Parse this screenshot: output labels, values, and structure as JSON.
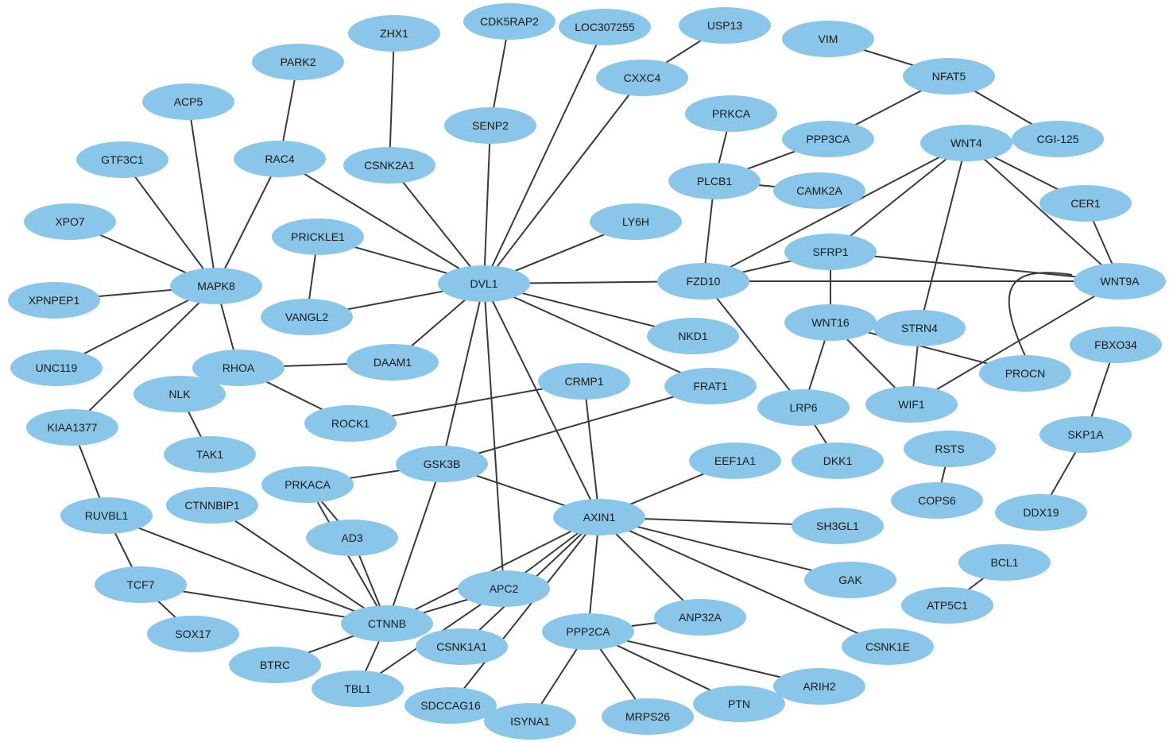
{
  "network": {
    "node_color": "#89c6e9",
    "edge_color": "#3a3a3a",
    "nodes": [
      {
        "id": "ZHX1",
        "label": "ZHX1"
      },
      {
        "id": "CDK5RAP2",
        "label": "CDK5RAP2"
      },
      {
        "id": "LOC307255",
        "label": "LOC307255"
      },
      {
        "id": "USP13",
        "label": "USP13"
      },
      {
        "id": "VIM",
        "label": "VIM"
      },
      {
        "id": "PARK2",
        "label": "PARK2"
      },
      {
        "id": "CXXC4",
        "label": "CXXC4"
      },
      {
        "id": "NFAT5",
        "label": "NFAT5"
      },
      {
        "id": "ACP5",
        "label": "ACP5"
      },
      {
        "id": "SENP2",
        "label": "SENP2"
      },
      {
        "id": "PRKCA",
        "label": "PRKCA"
      },
      {
        "id": "PPP3CA",
        "label": "PPP3CA"
      },
      {
        "id": "CGI-125",
        "label": "CGI-125"
      },
      {
        "id": "WNT4",
        "label": "WNT4"
      },
      {
        "id": "GTF3C1",
        "label": "GTF3C1"
      },
      {
        "id": "RAC4",
        "label": "RAC4"
      },
      {
        "id": "CSNK2A1",
        "label": "CSNK2A1"
      },
      {
        "id": "PLCB1",
        "label": "PLCB1"
      },
      {
        "id": "CAMK2A",
        "label": "CAMK2A"
      },
      {
        "id": "CER1",
        "label": "CER1"
      },
      {
        "id": "XPO7",
        "label": "XPO7"
      },
      {
        "id": "LY6H",
        "label": "LY6H"
      },
      {
        "id": "PRICKLE1",
        "label": "PRICKLE1"
      },
      {
        "id": "SFRP1",
        "label": "SFRP1"
      },
      {
        "id": "MAPK8",
        "label": "MAPK8"
      },
      {
        "id": "DVL1",
        "label": "DVL1"
      },
      {
        "id": "FZD10",
        "label": "FZD10"
      },
      {
        "id": "WNT9A",
        "label": "WNT9A"
      },
      {
        "id": "XPNPEP1",
        "label": "XPNPEP1"
      },
      {
        "id": "VANGL2",
        "label": "VANGL2"
      },
      {
        "id": "WNT16",
        "label": "WNT16"
      },
      {
        "id": "STRN4",
        "label": "STRN4"
      },
      {
        "id": "NKD1",
        "label": "NKD1"
      },
      {
        "id": "FBXO34",
        "label": "FBXO34"
      },
      {
        "id": "DAAM1",
        "label": "DAAM1"
      },
      {
        "id": "UNC119",
        "label": "UNC119"
      },
      {
        "id": "RHOA",
        "label": "RHOA"
      },
      {
        "id": "PROCN",
        "label": "PROCN"
      },
      {
        "id": "CRMP1",
        "label": "CRMP1"
      },
      {
        "id": "FRAT1",
        "label": "FRAT1"
      },
      {
        "id": "NLK",
        "label": "NLK"
      },
      {
        "id": "WIF1",
        "label": "WIF1"
      },
      {
        "id": "LRP6",
        "label": "LRP6"
      },
      {
        "id": "ROCK1",
        "label": "ROCK1"
      },
      {
        "id": "KIAA1377",
        "label": "KIAA1377"
      },
      {
        "id": "SKP1A",
        "label": "SKP1A"
      },
      {
        "id": "RSTS",
        "label": "RSTS"
      },
      {
        "id": "TAK1",
        "label": "TAK1"
      },
      {
        "id": "EEF1A1",
        "label": "EEF1A1"
      },
      {
        "id": "GSK3B",
        "label": "GSK3B"
      },
      {
        "id": "DKK1",
        "label": "DKK1"
      },
      {
        "id": "PRKACA",
        "label": "PRKACA"
      },
      {
        "id": "COPS6",
        "label": "COPS6"
      },
      {
        "id": "CTNNBIP1",
        "label": "CTNNBIP1"
      },
      {
        "id": "DDX19",
        "label": "DDX19"
      },
      {
        "id": "RUVBL1",
        "label": "RUVBL1"
      },
      {
        "id": "AXIN1",
        "label": "AXIN1"
      },
      {
        "id": "SH3GL1",
        "label": "SH3GL1"
      },
      {
        "id": "AD3",
        "label": "AD3"
      },
      {
        "id": "BCL1",
        "label": "BCL1"
      },
      {
        "id": "GAK",
        "label": "GAK"
      },
      {
        "id": "TCF7",
        "label": "TCF7"
      },
      {
        "id": "APC2",
        "label": "APC2"
      },
      {
        "id": "ATP5C1",
        "label": "ATP5C1"
      },
      {
        "id": "ANP32A",
        "label": "ANP32A"
      },
      {
        "id": "CTNNB",
        "label": "CTNNB"
      },
      {
        "id": "PPP2CA",
        "label": "PPP2CA"
      },
      {
        "id": "SOX17",
        "label": "SOX17"
      },
      {
        "id": "CSNK1A1",
        "label": "CSNK1A1"
      },
      {
        "id": "CSNK1E",
        "label": "CSNK1E"
      },
      {
        "id": "BTRC",
        "label": "BTRC"
      },
      {
        "id": "ARIH2",
        "label": "ARIH2"
      },
      {
        "id": "TBL1",
        "label": "TBL1"
      },
      {
        "id": "PTN",
        "label": "PTN"
      },
      {
        "id": "SDCCAG16",
        "label": "SDCCAG16"
      },
      {
        "id": "MRPS26",
        "label": "MRPS26"
      },
      {
        "id": "ISYNA1",
        "label": "ISYNA1"
      }
    ],
    "edges": [
      [
        "PARK2",
        "RAC4"
      ],
      [
        "RAC4",
        "MAPK8"
      ],
      [
        "RAC4",
        "DVL1"
      ],
      [
        "ACP5",
        "MAPK8"
      ],
      [
        "GTF3C1",
        "MAPK8"
      ],
      [
        "XPO7",
        "MAPK8"
      ],
      [
        "XPNPEP1",
        "MAPK8"
      ],
      [
        "UNC119",
        "MAPK8"
      ],
      [
        "KIAA1377",
        "MAPK8"
      ],
      [
        "MAPK8",
        "RHOA"
      ],
      [
        "ZHX1",
        "CSNK2A1"
      ],
      [
        "CSNK2A1",
        "DVL1"
      ],
      [
        "CDK5RAP2",
        "SENP2"
      ],
      [
        "SENP2",
        "DVL1"
      ],
      [
        "LOC307255",
        "DVL1"
      ],
      [
        "USP13",
        "CXXC4"
      ],
      [
        "CXXC4",
        "DVL1"
      ],
      [
        "LY6H",
        "DVL1"
      ],
      [
        "PRICKLE1",
        "DVL1"
      ],
      [
        "PRICKLE1",
        "VANGL2"
      ],
      [
        "VANGL2",
        "DVL1"
      ],
      [
        "DAAM1",
        "DVL1"
      ],
      [
        "DVL1",
        "FZD10"
      ],
      [
        "DVL1",
        "NKD1"
      ],
      [
        "DVL1",
        "FRAT1"
      ],
      [
        "DVL1",
        "GSK3B"
      ],
      [
        "DVL1",
        "AXIN1"
      ],
      [
        "DVL1",
        "APC2"
      ],
      [
        "RHOA",
        "DAAM1"
      ],
      [
        "RHOA",
        "ROCK1"
      ],
      [
        "NLK",
        "TAK1"
      ],
      [
        "ROCK1",
        "CRMP1"
      ],
      [
        "CRMP1",
        "AXIN1"
      ],
      [
        "FRAT1",
        "GSK3B"
      ],
      [
        "GSK3B",
        "PRKACA"
      ],
      [
        "GSK3B",
        "AXIN1"
      ],
      [
        "GSK3B",
        "CTNNB"
      ],
      [
        "PRKACA",
        "AD3"
      ],
      [
        "PRKACA",
        "CTNNB"
      ],
      [
        "AD3",
        "CTNNB"
      ],
      [
        "CTNNBIP1",
        "CTNNB"
      ],
      [
        "KIAA1377",
        "RUVBL1"
      ],
      [
        "RUVBL1",
        "TCF7"
      ],
      [
        "RUVBL1",
        "CTNNB"
      ],
      [
        "TCF7",
        "SOX17"
      ],
      [
        "TCF7",
        "CTNNB"
      ],
      [
        "CTNNB",
        "BTRC"
      ],
      [
        "CTNNB",
        "TBL1"
      ],
      [
        "CTNNB",
        "APC2"
      ],
      [
        "CTNNB",
        "AXIN1"
      ],
      [
        "APC2",
        "AXIN1"
      ],
      [
        "APC2",
        "TBL1"
      ],
      [
        "CSNK1A1",
        "AXIN1"
      ],
      [
        "SDCCAG16",
        "AXIN1"
      ],
      [
        "AXIN1",
        "EEF1A1"
      ],
      [
        "AXIN1",
        "SH3GL1"
      ],
      [
        "AXIN1",
        "GAK"
      ],
      [
        "AXIN1",
        "ANP32A"
      ],
      [
        "AXIN1",
        "CSNK1E"
      ],
      [
        "AXIN1",
        "PPP2CA"
      ],
      [
        "PPP2CA",
        "ANP32A"
      ],
      [
        "PPP2CA",
        "ARIH2"
      ],
      [
        "PPP2CA",
        "PTN"
      ],
      [
        "PPP2CA",
        "MRPS26"
      ],
      [
        "PPP2CA",
        "ISYNA1"
      ],
      [
        "VIM",
        "NFAT5"
      ],
      [
        "NFAT5",
        "PPP3CA"
      ],
      [
        "NFAT5",
        "CGI-125"
      ],
      [
        "PPP3CA",
        "PLCB1"
      ],
      [
        "PRKCA",
        "PLCB1"
      ],
      [
        "PLCB1",
        "CAMK2A"
      ],
      [
        "PLCB1",
        "FZD10"
      ],
      [
        "WNT4",
        "FZD10"
      ],
      [
        "WNT4",
        "SFRP1"
      ],
      [
        "WNT4",
        "CER1"
      ],
      [
        "WNT4",
        "WNT9A"
      ],
      [
        "WNT4",
        "STRN4"
      ],
      [
        "CER1",
        "WNT9A"
      ],
      [
        "SFRP1",
        "FZD10"
      ],
      [
        "SFRP1",
        "WNT9A"
      ],
      [
        "SFRP1",
        "WNT16"
      ],
      [
        "FZD10",
        "WNT9A"
      ],
      [
        "FZD10",
        "LRP6"
      ],
      [
        "WNT16",
        "LRP6"
      ],
      [
        "WNT16",
        "WIF1"
      ],
      [
        "WNT16",
        "PROCN"
      ],
      [
        "STRN4",
        "WIF1"
      ],
      [
        "WNT9A",
        "WIF1"
      ],
      [
        "WNT9A",
        "PROCN"
      ],
      [
        "LRP6",
        "DKK1"
      ],
      [
        "FBXO34",
        "SKP1A"
      ],
      [
        "SKP1A",
        "DDX19"
      ],
      [
        "RSTS",
        "COPS6"
      ],
      [
        "BCL1",
        "ATP5C1"
      ]
    ],
    "curved_edges": [
      [
        "WNT9A",
        "PROCN"
      ]
    ]
  }
}
